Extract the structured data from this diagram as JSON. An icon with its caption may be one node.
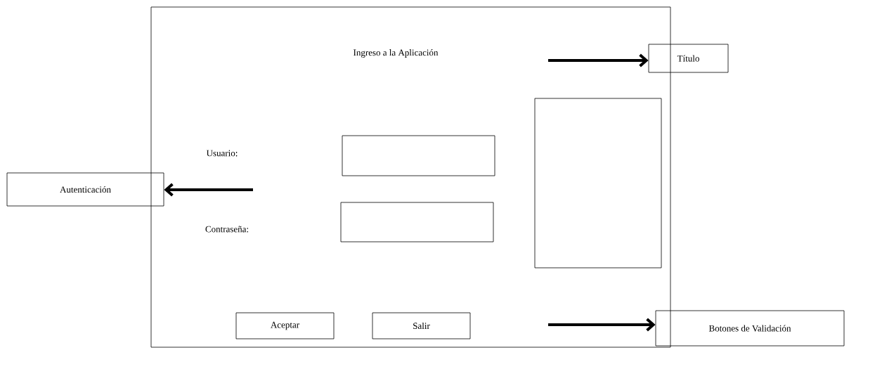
{
  "diagram": {
    "nodes": [
      {
        "text": [],
        "shape": "box"
      },
      {
        "text": [],
        "shape": "box",
        "in": 0
      },
      {
        "text": [],
        "shape": "box",
        "in": 0
      },
      {
        "text": [],
        "shape": "box",
        "in": 0
      },
      {
        "text": [
          "Aceptar"
        ],
        "in": 0
      },
      {
        "text": [
          "Salir"
        ],
        "in": 0
      },
      {
        "text": [
          "Título"
        ]
      },
      {
        "text": [
          "Autenticación"
        ]
      },
      {
        "text": [
          "Botones de Validación"
        ]
      }
    ],
    "edges": [
      {
        "from": null,
        "to": 6,
        "arrow": "to"
      },
      {
        "from": null,
        "to": 7,
        "arrow": "to"
      },
      {
        "from": null,
        "to": 8,
        "arrow": "to"
      }
    ],
    "labels": [
      "Ingreso a la Aplicación",
      "Usuario:",
      "Contraseña:"
    ]
  }
}
